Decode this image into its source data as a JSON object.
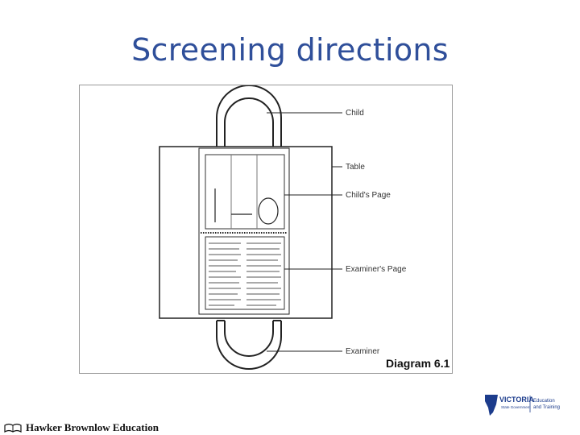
{
  "slide": {
    "title": "Screening directions"
  },
  "diagram": {
    "labels": {
      "child": "Child",
      "table": "Table",
      "childs_page": "Child's Page",
      "examiners_page": "Examiner's Page",
      "examiner": "Examiner"
    },
    "caption": "Diagram 6.1"
  },
  "footer": {
    "publisher": "Hawker Brownlow Education",
    "vic_brand": "VICTORIA",
    "vic_sub": "State Government",
    "vic_dept_line1": "Education",
    "vic_dept_line2": "and Training"
  },
  "colors": {
    "title": "#2f4f9a",
    "vic_blue": "#1c3c8c"
  }
}
